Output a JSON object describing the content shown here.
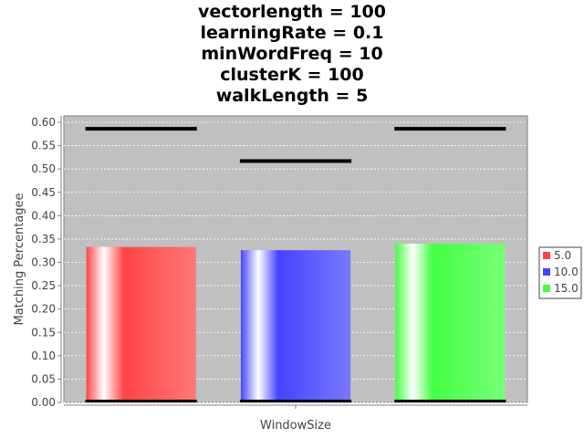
{
  "chart_data": {
    "type": "bar",
    "title_lines": [
      "vectorlength = 100",
      "learningRate = 0.1",
      "minWordFreq = 10",
      "clusterK = 100",
      "walkLength = 5"
    ],
    "xlabel": "WindowSize",
    "ylabel": "Matching Percentagee",
    "ylim": [
      0,
      0.6
    ],
    "yticks": [
      "0.00",
      "0.05",
      "0.10",
      "0.15",
      "0.20",
      "0.25",
      "0.30",
      "0.35",
      "0.40",
      "0.45",
      "0.50",
      "0.55",
      "0.60"
    ],
    "grid": true,
    "legend_position": "right",
    "series": [
      {
        "name": "5.0",
        "value": 0.333,
        "upper": 0.586,
        "lower": 0.003,
        "color": "#ff4444"
      },
      {
        "name": "10.0",
        "value": 0.326,
        "upper": 0.517,
        "lower": 0.003,
        "color": "#4444ff"
      },
      {
        "name": "15.0",
        "value": 0.34,
        "upper": 0.586,
        "lower": 0.003,
        "color": "#44ff44"
      }
    ]
  }
}
